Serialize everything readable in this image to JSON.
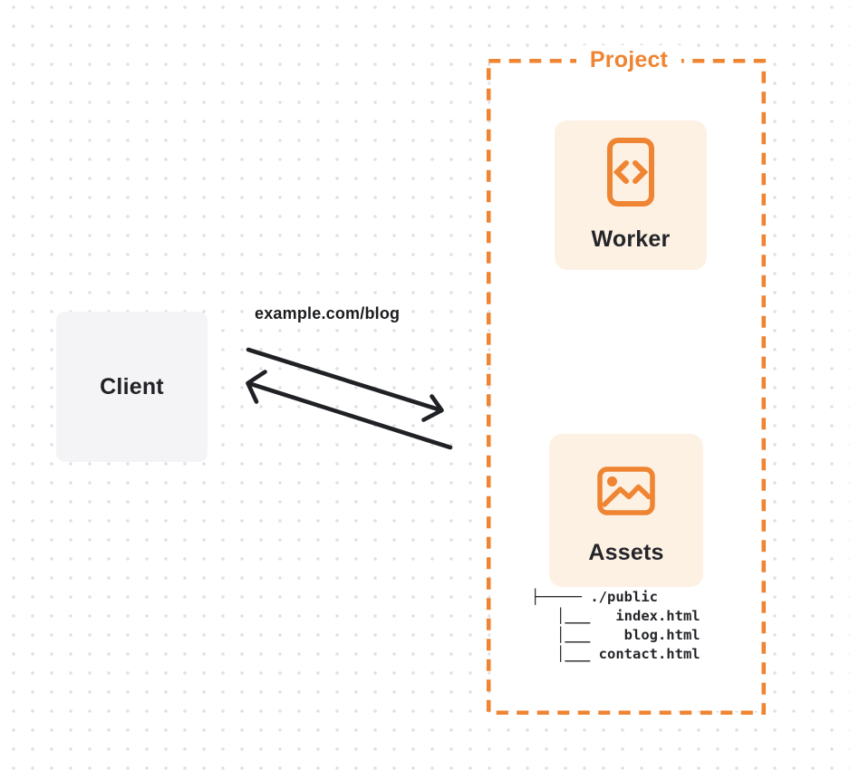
{
  "client": {
    "label": "Client"
  },
  "request": {
    "url_label": "example.com/blog"
  },
  "project": {
    "label": "Project",
    "worker": {
      "label": "Worker",
      "icon": "code-file-icon"
    },
    "assets": {
      "label": "Assets",
      "icon": "image-icon"
    },
    "file_tree": {
      "lines": [
        "├───── ./public",
        "   │___   index.html",
        "   │___    blog.html",
        "   │___ contact.html"
      ]
    }
  },
  "colors": {
    "orange": "#EF8432",
    "card_background": "#FDF1E3",
    "client_background": "#F4F4F6",
    "ink": "#1F2125",
    "grid_dot": "#E0E0E2"
  }
}
